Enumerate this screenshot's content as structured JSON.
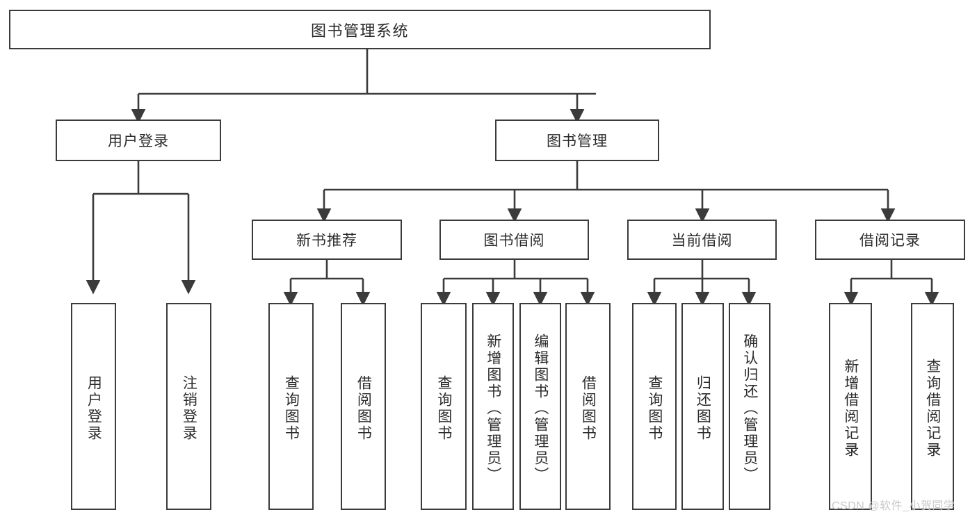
{
  "diagram": {
    "title": "图书管理系统",
    "type": "hierarchy-tree",
    "root": {
      "label": "图书管理系统"
    },
    "level1": [
      {
        "label": "用户登录"
      },
      {
        "label": "图书管理"
      }
    ],
    "level2": [
      {
        "label": "新书推荐"
      },
      {
        "label": "图书借阅"
      },
      {
        "label": "当前借阅"
      },
      {
        "label": "借阅记录"
      }
    ],
    "leaves": {
      "user_login": [
        {
          "label": "用户登录"
        },
        {
          "label": "注销登录"
        }
      ],
      "new_book_recommend": [
        {
          "label": "查询图书"
        },
        {
          "label": "借阅图书"
        }
      ],
      "book_borrow": [
        {
          "label": "查询图书"
        },
        {
          "label": "新增图书（管理员）"
        },
        {
          "label": "编辑图书（管理员）"
        },
        {
          "label": "借阅图书"
        }
      ],
      "current_borrow": [
        {
          "label": "查询图书"
        },
        {
          "label": "归还图书"
        },
        {
          "label": "确认归还（管理员）"
        }
      ],
      "borrow_record": [
        {
          "label": "新增借阅记录"
        },
        {
          "label": "查询借阅记录"
        }
      ]
    }
  },
  "watermark": {
    "text": "CSDN @软件_小贺同学"
  },
  "colors": {
    "stroke": "#3b3b3b",
    "text": "#2b2b2b",
    "background": "#ffffff",
    "watermark": "#c9c9c9"
  }
}
